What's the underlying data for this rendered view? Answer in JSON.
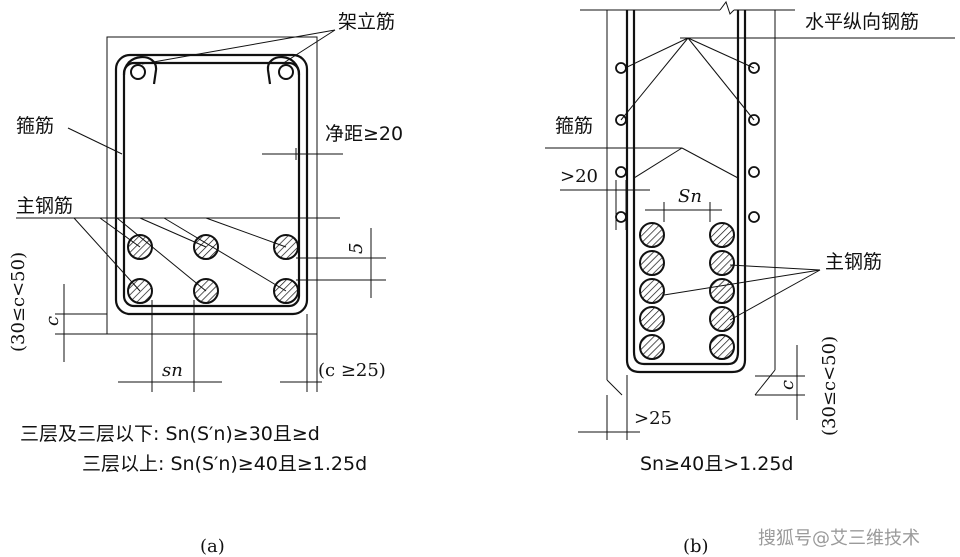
{
  "fig_a": {
    "label": "(a)",
    "jia_li_jin": "架立筋",
    "gu_jin": "箍筋",
    "zhu_gang_jin": "主钢筋",
    "jing_ju": "净距≥20",
    "dim_5": "5",
    "c_symbol": "c",
    "c_range": "(30≤c<50)",
    "c_min": "(c ≥25)",
    "sn_symbol": "sn",
    "rule1": "三层及三层以下: Sn(S′n)≥30且≥d",
    "rule2": "三层以上: Sn(S′n)≥40且≥1.25d"
  },
  "fig_b": {
    "label": "(b)",
    "shui_ping": "水平纵向钢筋",
    "gu_jin": "箍筋",
    "zhu_gang_jin": "主钢筋",
    "gt20": ">20",
    "gt25": ">25",
    "sn_symbol": "Sn",
    "c_symbol": "c",
    "c_range": "(30≤c<50)",
    "rule": "Sn≥40且>1.25d"
  },
  "watermark": "搜狐号@艾三维技术"
}
